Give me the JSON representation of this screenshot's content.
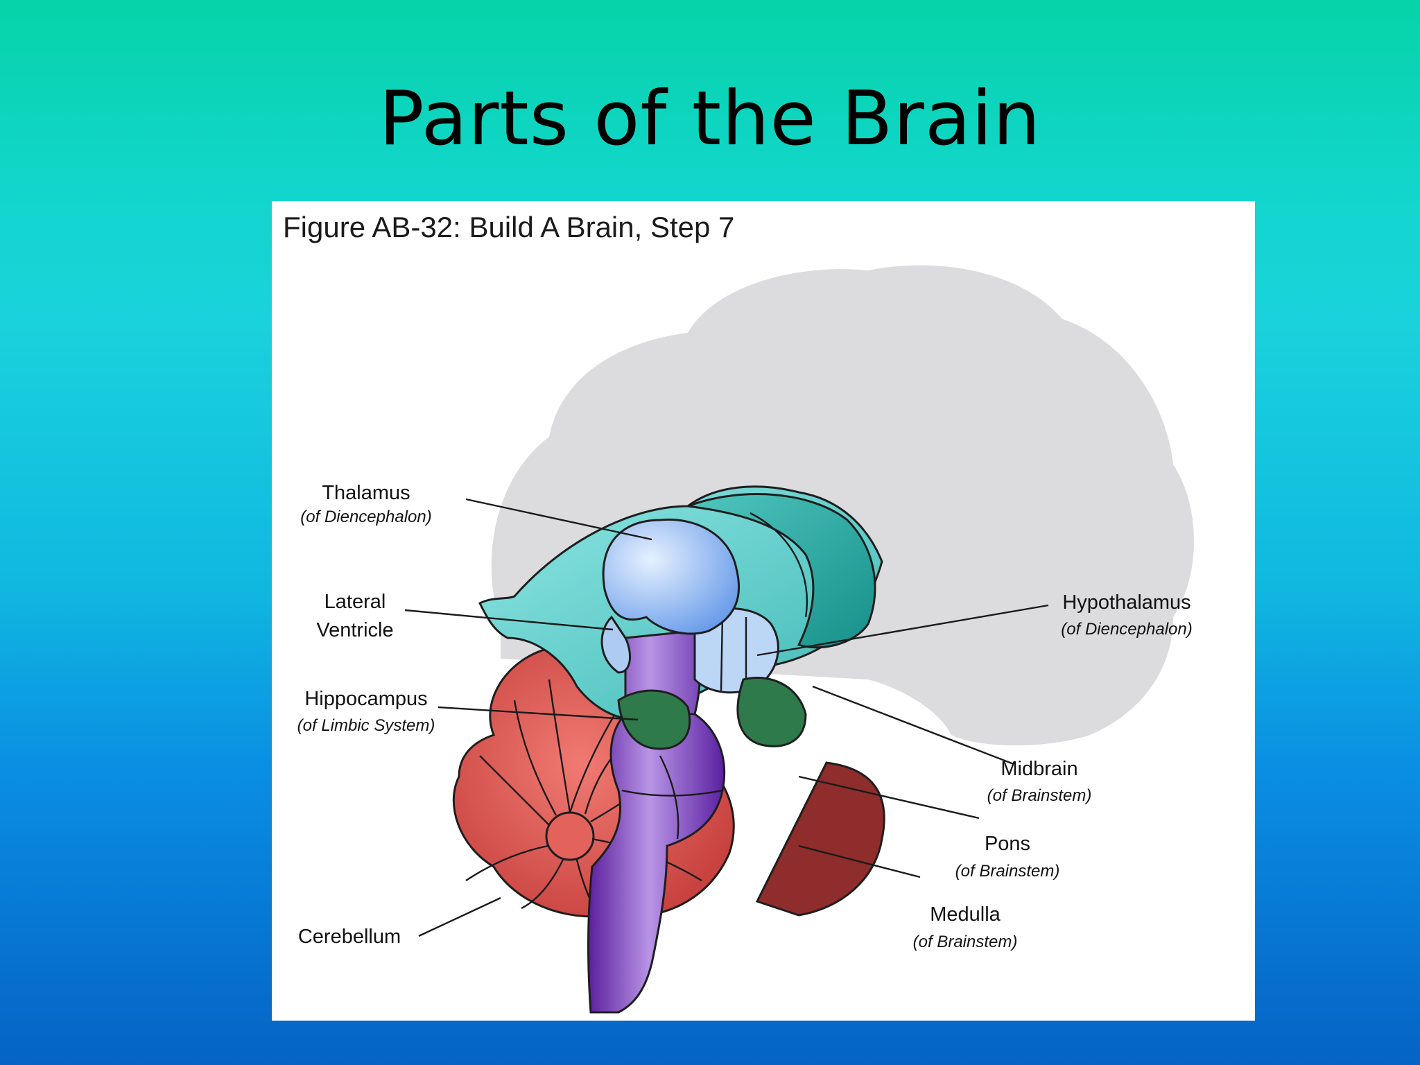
{
  "slide": {
    "title": "Parts of the Brain"
  },
  "figure": {
    "caption": "Figure AB-32: Build A Brain, Step 7",
    "colors": {
      "brain_silhouette": "#dcdcde",
      "cerebellum": "#d4524f",
      "ventricle": "#6fd3d3",
      "thalamus": "#8fb8ef",
      "hippocampus": "#2e7a4a",
      "brainstem": "#6a2ca8"
    },
    "labels": {
      "thalamus": {
        "name": "Thalamus",
        "sub": "(of Diencephalon)"
      },
      "lateral_ventricle": {
        "line1": "Lateral",
        "line2": "Ventricle"
      },
      "hippocampus": {
        "name": "Hippocampus",
        "sub": "(of Limbic System)"
      },
      "cerebellum": {
        "name": "Cerebellum"
      },
      "hypothalamus": {
        "name": "Hypothalamus",
        "sub": "(of Diencephalon)"
      },
      "midbrain": {
        "name": "Midbrain",
        "sub": "(of Brainstem)"
      },
      "pons": {
        "name": "Pons",
        "sub": "(of Brainstem)"
      },
      "medulla": {
        "name": "Medulla",
        "sub": "(of Brainstem)"
      }
    }
  }
}
